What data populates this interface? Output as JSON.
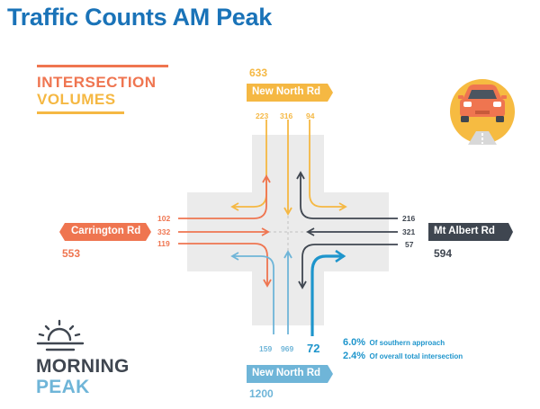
{
  "title": "Traffic Counts AM Peak",
  "legend": {
    "line1": "INTERSECTION",
    "line2": "VOLUMES"
  },
  "roads": {
    "north": {
      "name": "New North Rd",
      "total": "633",
      "flows": [
        "223",
        "316",
        "94"
      ]
    },
    "west": {
      "name": "Carrington Rd",
      "total": "553",
      "flows": [
        "102",
        "332",
        "119"
      ]
    },
    "east": {
      "name": "Mt Albert Rd",
      "total": "594",
      "flows": [
        "216",
        "321",
        "57"
      ]
    },
    "south": {
      "name": "New North Rd",
      "total": "1200",
      "flows": [
        "159",
        "969",
        "72"
      ]
    }
  },
  "highlight": {
    "line1_value": "6.0%",
    "line1_text": "Of southern approach",
    "line2_value": "2.4%",
    "line2_text": "Of overall total intersection"
  },
  "peak": {
    "line1": "MORNING",
    "line2": "PEAK"
  },
  "colors": {
    "title": "#1a73b8",
    "north": "#f5b843",
    "west": "#ef7550",
    "east": "#3f4650",
    "south": "#6fb5d8",
    "highlight": "#1e95cc",
    "road": "#ebebeb",
    "car_circle": "#f6bb41",
    "car_body": "#ef7550",
    "text_dark": "#3f4650"
  },
  "icons": {
    "car": "car-icon",
    "sunrise": "sunrise-icon"
  }
}
